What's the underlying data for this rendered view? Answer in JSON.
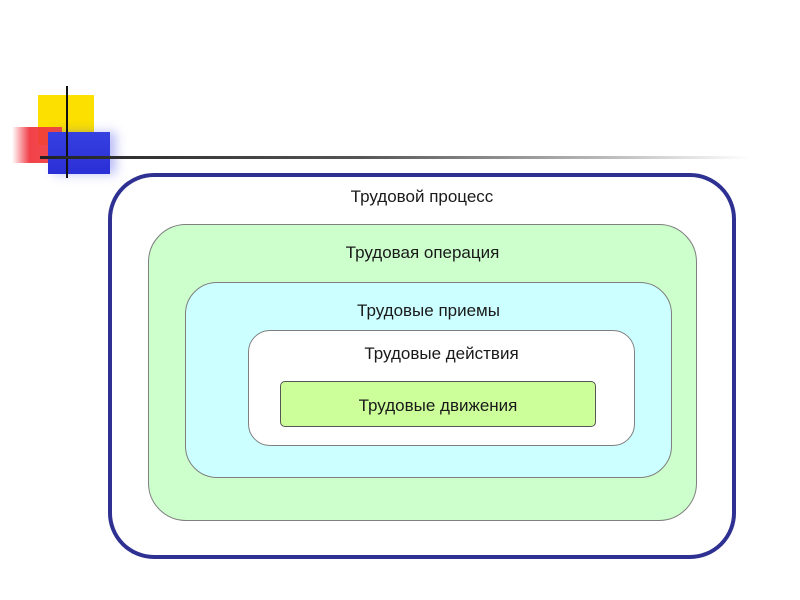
{
  "diagram": {
    "levels": [
      {
        "label": "Трудовой процесс"
      },
      {
        "label": "Трудовая операция"
      },
      {
        "label": "Трудовые приемы"
      },
      {
        "label": "Трудовые действия"
      },
      {
        "label": "Трудовые движения"
      }
    ],
    "colors": {
      "outer_border": "#2e3192",
      "operation_fill": "#ccffcc",
      "techniques_fill": "#ccffff",
      "actions_fill": "#ffffff",
      "movements_fill": "#ccff99"
    }
  },
  "decoration": {
    "colors": [
      "#fbe000",
      "#f0303a",
      "#2a2fd6"
    ]
  }
}
